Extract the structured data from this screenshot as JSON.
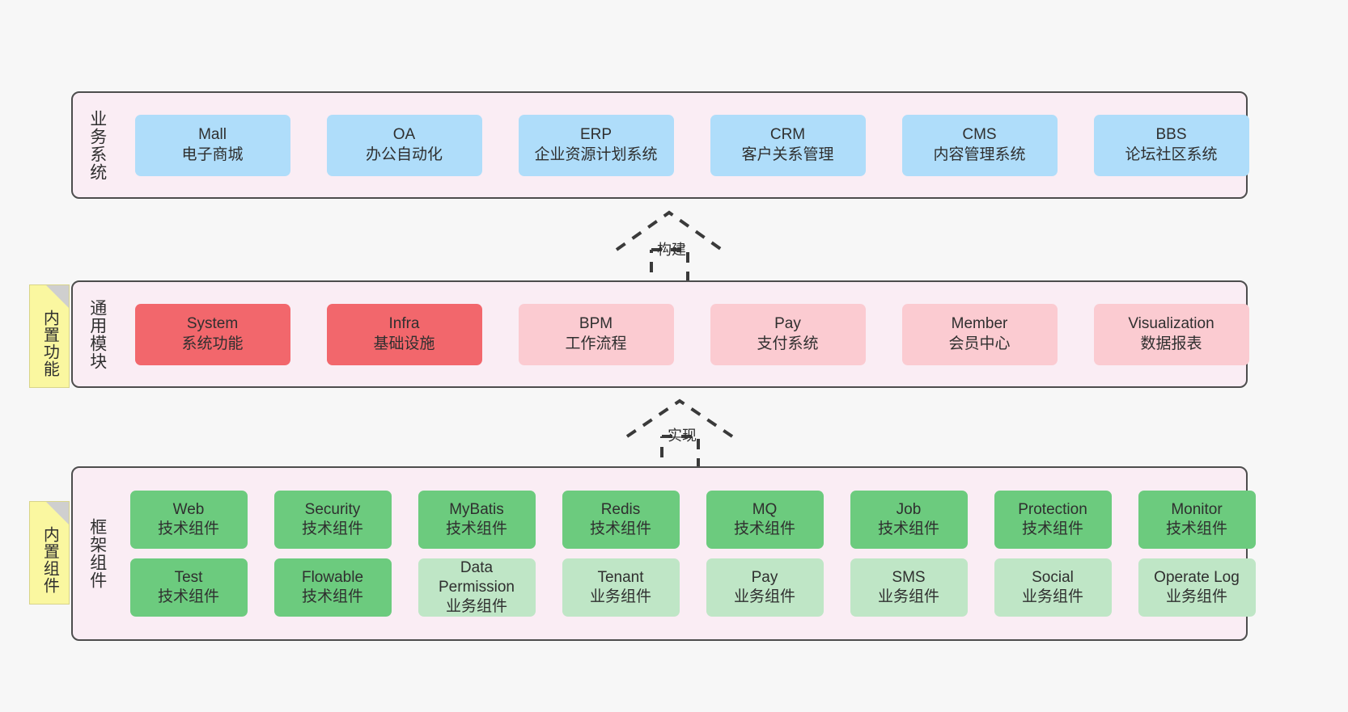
{
  "layers": [
    {
      "id": "business",
      "title": "业务系统",
      "rows": [
        {
          "cards": [
            {
              "en": "Mall",
              "cn": "电子商城",
              "color": "blue"
            },
            {
              "en": "OA",
              "cn": "办公自动化",
              "color": "blue"
            },
            {
              "en": "ERP",
              "cn": "企业资源计划系统",
              "color": "blue"
            },
            {
              "en": "CRM",
              "cn": "客户关系管理",
              "color": "blue"
            },
            {
              "en": "CMS",
              "cn": "内容管理系统",
              "color": "blue"
            },
            {
              "en": "BBS",
              "cn": "论坛社区系统",
              "color": "blue"
            }
          ]
        }
      ]
    },
    {
      "id": "common",
      "title": "通用模块",
      "sticky": "内置功能",
      "rows": [
        {
          "cards": [
            {
              "en": "System",
              "cn": "系统功能",
              "color": "red"
            },
            {
              "en": "Infra",
              "cn": "基础设施",
              "color": "red"
            },
            {
              "en": "BPM",
              "cn": "工作流程",
              "color": "pinkish"
            },
            {
              "en": "Pay",
              "cn": "支付系统",
              "color": "pinkish"
            },
            {
              "en": "Member",
              "cn": "会员中心",
              "color": "pinkish"
            },
            {
              "en": "Visualization",
              "cn": "数据报表",
              "color": "pinkish"
            }
          ]
        }
      ]
    },
    {
      "id": "framework",
      "title": "框架组件",
      "sticky": "内置组件",
      "rows": [
        {
          "cards": [
            {
              "en": "Web",
              "cn": "技术组件",
              "color": "green"
            },
            {
              "en": "Security",
              "cn": "技术组件",
              "color": "green"
            },
            {
              "en": "MyBatis",
              "cn": "技术组件",
              "color": "green"
            },
            {
              "en": "Redis",
              "cn": "技术组件",
              "color": "green"
            },
            {
              "en": "MQ",
              "cn": "技术组件",
              "color": "green"
            },
            {
              "en": "Job",
              "cn": "技术组件",
              "color": "green"
            },
            {
              "en": "Protection",
              "cn": "技术组件",
              "color": "green"
            },
            {
              "en": "Monitor",
              "cn": "技术组件",
              "color": "green"
            }
          ]
        },
        {
          "cards": [
            {
              "en": "Test",
              "cn": "技术组件",
              "color": "green"
            },
            {
              "en": "Flowable",
              "cn": "技术组件",
              "color": "green"
            },
            {
              "en": "Data Permission",
              "cn": "业务组件",
              "color": "lgreen"
            },
            {
              "en": "Tenant",
              "cn": "业务组件",
              "color": "lgreen"
            },
            {
              "en": "Pay",
              "cn": "业务组件",
              "color": "lgreen"
            },
            {
              "en": "SMS",
              "cn": "业务组件",
              "color": "lgreen"
            },
            {
              "en": "Social",
              "cn": "业务组件",
              "color": "lgreen"
            },
            {
              "en": "Operate Log",
              "cn": "业务组件",
              "color": "lgreen"
            }
          ]
        }
      ]
    }
  ],
  "connectors": [
    {
      "id": "build",
      "label": "构建"
    },
    {
      "id": "implement",
      "label": "实现"
    }
  ],
  "colors": {
    "panel_bg": "#FAEDF4",
    "panel_border": "#4D4D4D",
    "blue": "#AFDDFA",
    "red": "#F2676C",
    "pinkish": "#FBCBD1",
    "green": "#6CCB7E",
    "light_green": "#BFE6C6",
    "sticky": "#FAF7A0",
    "canvas": "#F7F7F7"
  }
}
